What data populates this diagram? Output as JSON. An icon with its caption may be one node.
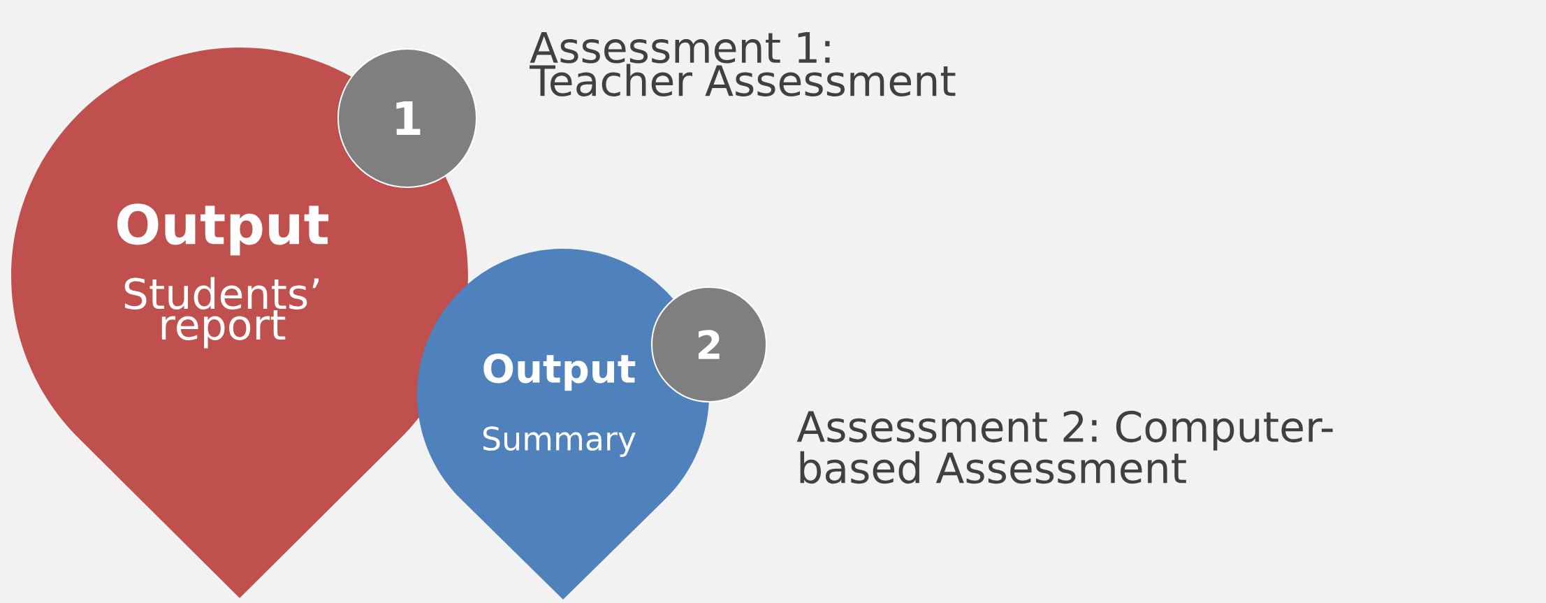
{
  "diagram": {
    "nodes": [
      {
        "text": [
          "Output",
          "Students’ report"
        ]
      },
      {
        "text": [
          "1"
        ]
      },
      {
        "text": [
          "Output",
          "Summary"
        ]
      },
      {
        "text": [
          "2"
        ]
      }
    ],
    "labels": [
      "Assessment 1: Teacher Assessment",
      "Assessment 2: Computer-based Assessment"
    ]
  }
}
